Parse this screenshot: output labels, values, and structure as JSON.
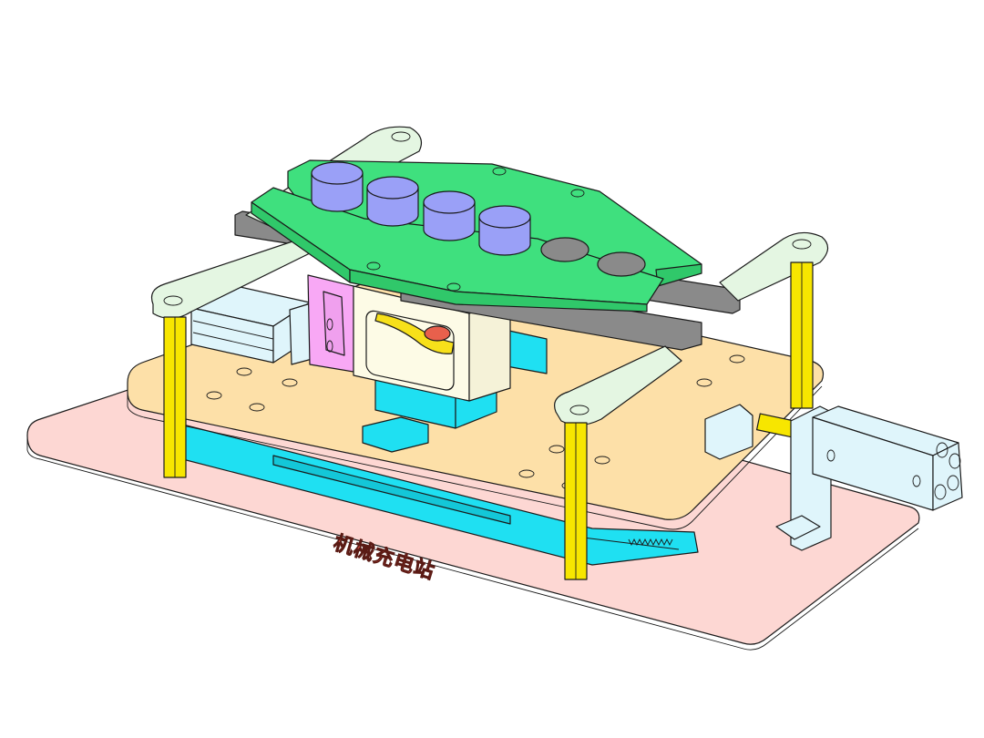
{
  "drawing": {
    "type": "isometric CAD assembly (color-shaded line drawing)",
    "watermark": "机械充电站",
    "colors": {
      "base_plate": "#fdd7d3",
      "middle_plate": "#fde0a8",
      "top_plate": "#3fe07e",
      "cylinders": "#9aa0f7",
      "dark_rails": "#8a8a8a",
      "guide_rails": "#1fe0f2",
      "posts": "#f7e600",
      "arms": "#e4f6e2",
      "pneumatic_cylinder": "#dff5fb",
      "pink_block": "#f8a8f5",
      "frame_block": "#fdfbe6",
      "cam_lever": "#f7e01a",
      "cam_roller": "#e8604c"
    },
    "components": [
      {
        "name": "base-plate",
        "label": ""
      },
      {
        "name": "slide-plate",
        "label": ""
      },
      {
        "name": "gripper-plate",
        "label": "",
        "pockets": 6,
        "loaded_cylinders": 4
      },
      {
        "name": "support-posts",
        "count": 4
      },
      {
        "name": "swing-arms",
        "count": 4
      },
      {
        "name": "pneumatic-cylinder-right"
      },
      {
        "name": "pneumatic-cylinder-left"
      },
      {
        "name": "linear-guide-rail"
      },
      {
        "name": "cam-frame"
      }
    ]
  }
}
